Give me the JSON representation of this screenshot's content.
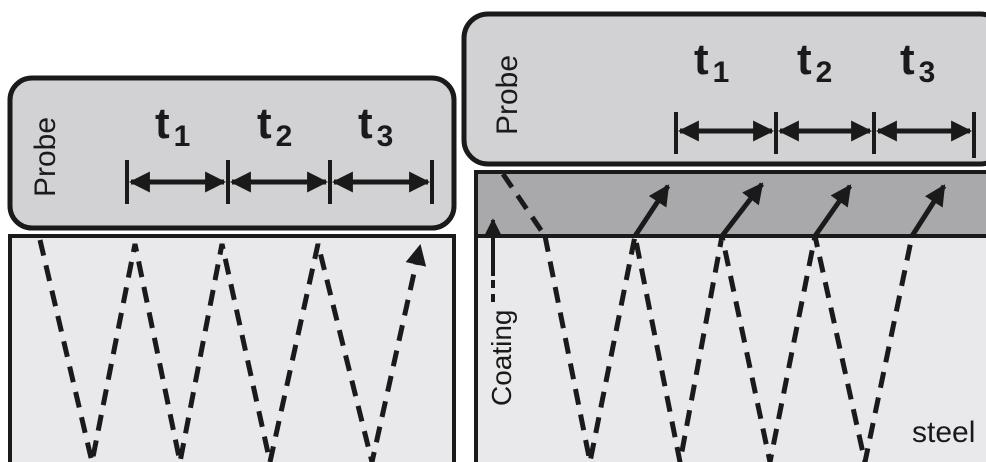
{
  "colors": {
    "probe_fill": "#d2d2d4",
    "material_fill": "#e9e9eb",
    "coating_fill": "#a9a9ab",
    "stroke": "#1a1a1a"
  },
  "left_panel": {
    "probe_label": "Probe",
    "time_labels": [
      {
        "t": "t",
        "sub": "1"
      },
      {
        "t": "t",
        "sub": "2"
      },
      {
        "t": "t",
        "sub": "3"
      }
    ]
  },
  "right_panel": {
    "probe_label": "Probe",
    "coating_label": "Coating",
    "steel_label": "steel",
    "time_labels": [
      {
        "t": "t",
        "sub": "1"
      },
      {
        "t": "t",
        "sub": "2"
      },
      {
        "t": "t",
        "sub": "3"
      }
    ]
  }
}
